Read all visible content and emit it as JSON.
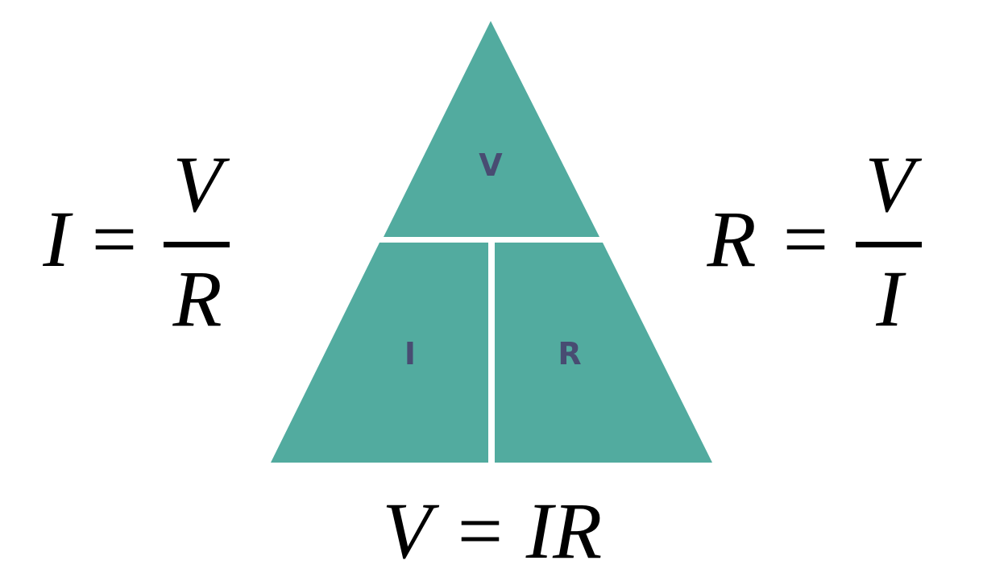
{
  "colors": {
    "triangle_fill": "#52AB9F",
    "label_color": "#484C72",
    "divider": "#ffffff",
    "text": "#000000",
    "background": "#ffffff"
  },
  "triangle": {
    "top_label": "V",
    "bottom_left_label": "I",
    "bottom_right_label": "R"
  },
  "left_formula": {
    "lhs": "I",
    "op": "=",
    "numerator": "V",
    "denominator": "R"
  },
  "right_formula": {
    "lhs": "R",
    "op": "=",
    "numerator": "V",
    "denominator": "I"
  },
  "bottom_formula": {
    "lhs": "V",
    "op": "=",
    "rhs": "IR"
  }
}
